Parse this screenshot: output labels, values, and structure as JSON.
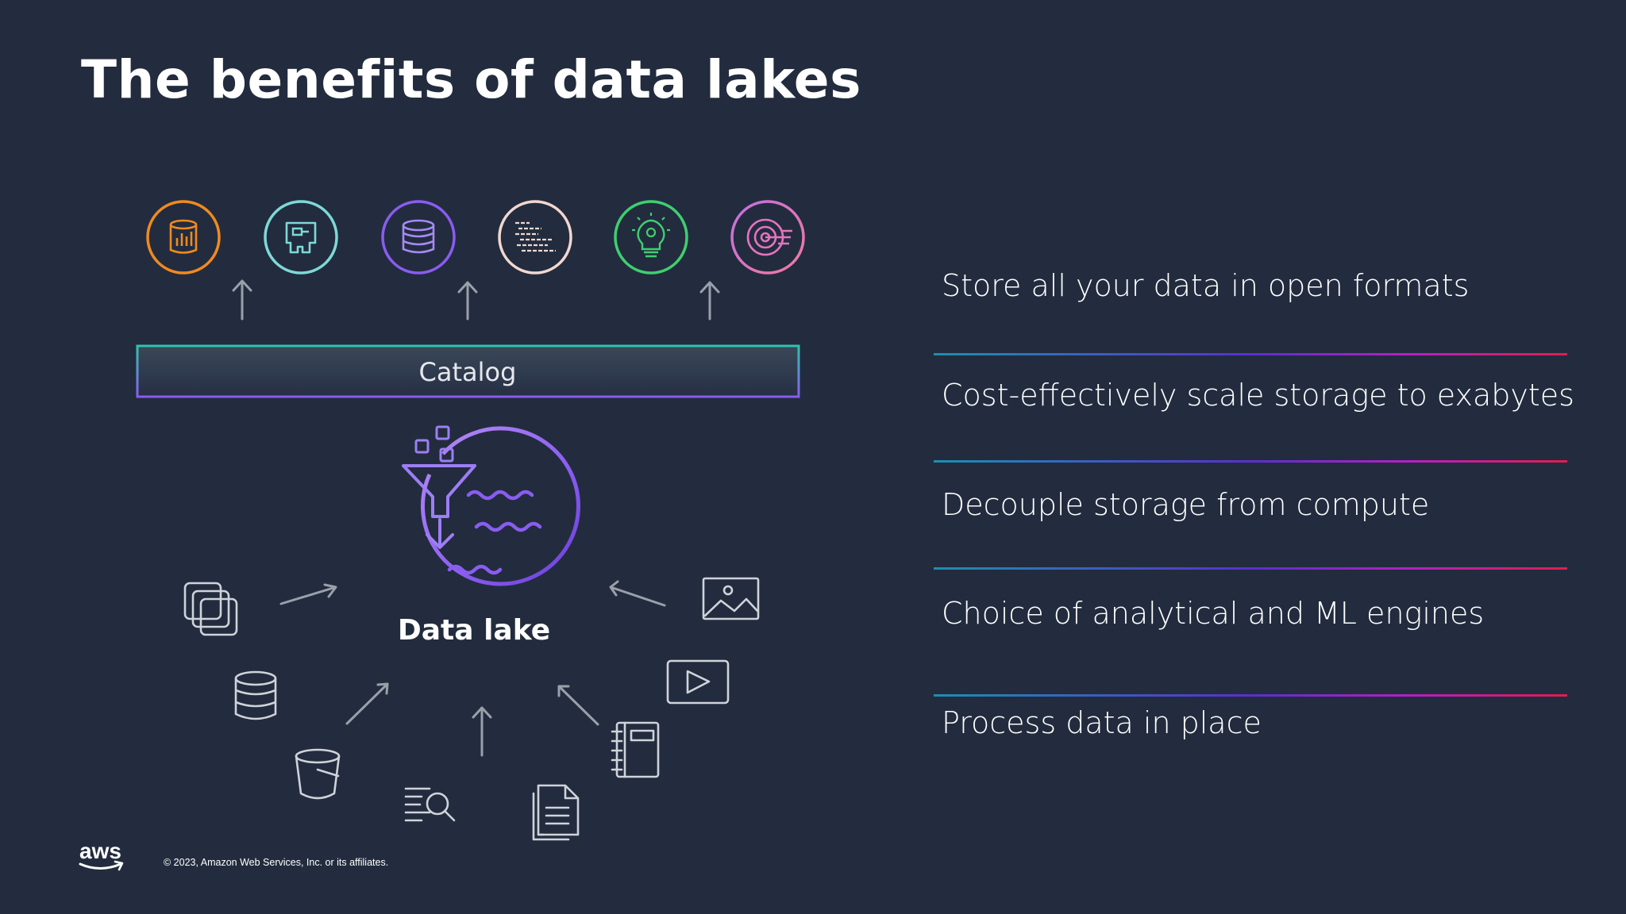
{
  "title": "The benefits of data lakes",
  "diagram": {
    "catalog_label": "Catalog",
    "center_label": "Data lake",
    "top_icons": [
      {
        "name": "analytics-database-icon",
        "color": "#f08a1f"
      },
      {
        "name": "data-exchange-icon",
        "color": "#7fd8d8"
      },
      {
        "name": "database-icon",
        "color": "#8a5cf0"
      },
      {
        "name": "document-text-icon",
        "color": "#f2d7cf"
      },
      {
        "name": "lightbulb-gear-icon",
        "color": "#3fcf6f"
      },
      {
        "name": "target-icon",
        "color": "#e573c0"
      }
    ],
    "source_icons": [
      "stacked-files-icon",
      "database-icon",
      "bucket-icon",
      "search-list-icon",
      "document-icon",
      "notebook-icon",
      "video-icon",
      "image-icon"
    ]
  },
  "benefits": [
    "Store all your data in open formats",
    "Cost-effectively scale storage to exabytes",
    "Decouple storage from compute",
    "Choice of analytical and ML engines",
    "Process data in place"
  ],
  "footer": {
    "logo_text": "aws",
    "copyright": "© 2023, Amazon Web Services, Inc. or its affiliates."
  }
}
